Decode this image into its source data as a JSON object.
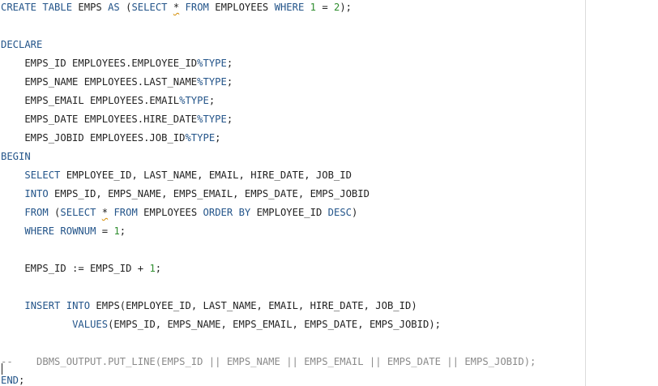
{
  "editor": {
    "lines": [
      [
        {
          "t": "CREATE",
          "k": "kw"
        },
        {
          "t": " ",
          "k": "tx"
        },
        {
          "t": "TABLE",
          "k": "kw"
        },
        {
          "t": " EMPS ",
          "k": "tx"
        },
        {
          "t": "AS",
          "k": "kw"
        },
        {
          "t": " (",
          "k": "tx"
        },
        {
          "t": "SELECT",
          "k": "kw"
        },
        {
          "t": " ",
          "k": "tx"
        },
        {
          "t": "*",
          "k": "warn"
        },
        {
          "t": " ",
          "k": "tx"
        },
        {
          "t": "FROM",
          "k": "kw"
        },
        {
          "t": " EMPLOYEES ",
          "k": "tx"
        },
        {
          "t": "WHERE",
          "k": "kw"
        },
        {
          "t": " ",
          "k": "tx"
        },
        {
          "t": "1",
          "k": "num"
        },
        {
          "t": " = ",
          "k": "tx"
        },
        {
          "t": "2",
          "k": "num"
        },
        {
          "t": ");",
          "k": "tx"
        }
      ],
      [],
      [
        {
          "t": "DECLARE",
          "k": "kw"
        }
      ],
      [
        {
          "t": "    EMPS_ID EMPLOYEES.EMPLOYEE_ID",
          "k": "tx"
        },
        {
          "t": "%TYPE",
          "k": "kw"
        },
        {
          "t": ";",
          "k": "tx"
        }
      ],
      [
        {
          "t": "    EMPS_NAME EMPLOYEES.LAST_NAME",
          "k": "tx"
        },
        {
          "t": "%TYPE",
          "k": "kw"
        },
        {
          "t": ";",
          "k": "tx"
        }
      ],
      [
        {
          "t": "    EMPS_EMAIL EMPLOYEES.EMAIL",
          "k": "tx"
        },
        {
          "t": "%TYPE",
          "k": "kw"
        },
        {
          "t": ";",
          "k": "tx"
        }
      ],
      [
        {
          "t": "    EMPS_DATE EMPLOYEES.HIRE_DATE",
          "k": "tx"
        },
        {
          "t": "%TYPE",
          "k": "kw"
        },
        {
          "t": ";",
          "k": "tx"
        }
      ],
      [
        {
          "t": "    EMPS_JOBID EMPLOYEES.JOB_ID",
          "k": "tx"
        },
        {
          "t": "%TYPE",
          "k": "kw"
        },
        {
          "t": ";",
          "k": "tx"
        }
      ],
      [
        {
          "t": "BEGIN",
          "k": "kw"
        }
      ],
      [
        {
          "t": "    ",
          "k": "tx"
        },
        {
          "t": "SELECT",
          "k": "kw"
        },
        {
          "t": " EMPLOYEE_ID, LAST_NAME, EMAIL, HIRE_DATE, JOB_ID",
          "k": "tx"
        }
      ],
      [
        {
          "t": "    ",
          "k": "tx"
        },
        {
          "t": "INTO",
          "k": "kw"
        },
        {
          "t": " EMPS_ID, EMPS_NAME, EMPS_EMAIL, EMPS_DATE, EMPS_JOBID",
          "k": "tx"
        }
      ],
      [
        {
          "t": "    ",
          "k": "tx"
        },
        {
          "t": "FROM",
          "k": "kw"
        },
        {
          "t": " (",
          "k": "tx"
        },
        {
          "t": "SELECT",
          "k": "kw"
        },
        {
          "t": " ",
          "k": "tx"
        },
        {
          "t": "*",
          "k": "warn"
        },
        {
          "t": " ",
          "k": "tx"
        },
        {
          "t": "FROM",
          "k": "kw"
        },
        {
          "t": " EMPLOYEES ",
          "k": "tx"
        },
        {
          "t": "ORDER",
          "k": "kw"
        },
        {
          "t": " ",
          "k": "tx"
        },
        {
          "t": "BY",
          "k": "kw"
        },
        {
          "t": " EMPLOYEE_ID ",
          "k": "tx"
        },
        {
          "t": "DESC",
          "k": "kw"
        },
        {
          "t": ")",
          "k": "tx"
        }
      ],
      [
        {
          "t": "    ",
          "k": "tx"
        },
        {
          "t": "WHERE",
          "k": "kw"
        },
        {
          "t": " ",
          "k": "tx"
        },
        {
          "t": "ROWNUM",
          "k": "kw"
        },
        {
          "t": " = ",
          "k": "tx"
        },
        {
          "t": "1",
          "k": "num"
        },
        {
          "t": ";",
          "k": "tx"
        }
      ],
      [],
      [
        {
          "t": "    EMPS_ID := EMPS_ID + ",
          "k": "tx"
        },
        {
          "t": "1",
          "k": "num"
        },
        {
          "t": ";",
          "k": "tx"
        }
      ],
      [],
      [
        {
          "t": "    ",
          "k": "tx"
        },
        {
          "t": "INSERT",
          "k": "kw"
        },
        {
          "t": " ",
          "k": "tx"
        },
        {
          "t": "INTO",
          "k": "kw"
        },
        {
          "t": " EMPS(EMPLOYEE_ID, LAST_NAME, EMAIL, HIRE_DATE, JOB_ID)",
          "k": "tx"
        }
      ],
      [
        {
          "t": "            ",
          "k": "tx"
        },
        {
          "t": "VALUES",
          "k": "kw"
        },
        {
          "t": "(EMPS_ID, EMPS_NAME, EMPS_EMAIL, EMPS_DATE, EMPS_JOBID);",
          "k": "tx"
        }
      ],
      [],
      [
        {
          "t": "--    DBMS_OUTPUT.PUT_LINE(EMPS_ID || EMPS_NAME || EMPS_EMAIL || EMPS_DATE || EMPS_JOBID);",
          "k": "cm"
        }
      ],
      [
        {
          "t": "END",
          "k": "kw"
        },
        {
          "t": ";",
          "k": "tx"
        }
      ]
    ]
  },
  "colors": {
    "background": "#ffffff",
    "keyword": "#24558a",
    "number": "#2f8e2f",
    "comment": "#8a8a8a",
    "text": "#222222",
    "warning_underline": "#d48b00",
    "margin_guide": "#dcdcdc"
  }
}
